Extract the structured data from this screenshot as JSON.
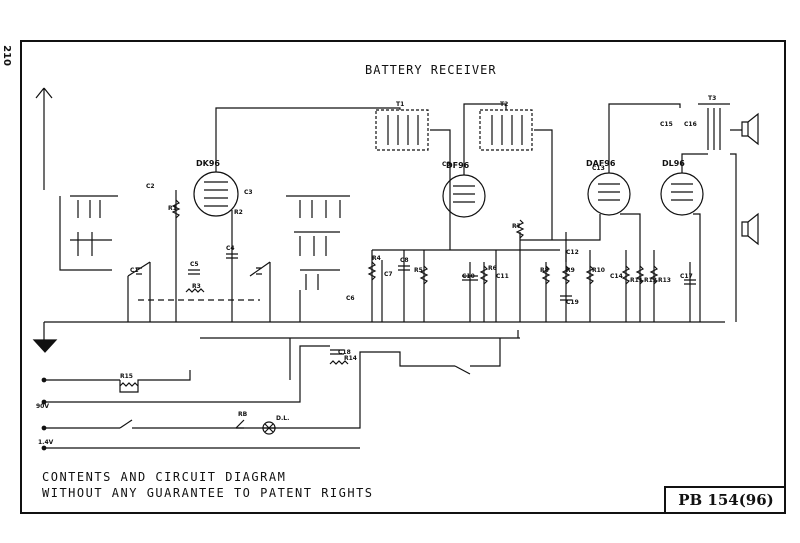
{
  "page_number": "210",
  "title": "BATTERY RECEIVER",
  "footnote": {
    "line1": "CONTENTS AND CIRCUIT DIAGRAM",
    "line2": "WITHOUT ANY GUARANTEE TO PATENT RIGHTS"
  },
  "plate": "PB 154(96)",
  "tubes": [
    "DK96",
    "DF96",
    "DAF96",
    "DL96"
  ],
  "transformers": [
    "T1",
    "T2",
    "T3"
  ],
  "supply_labels": {
    "ht": "90V",
    "lt": "1.4V",
    "switch": "RB",
    "lamp": "D.L."
  },
  "component_labels": [
    "C1",
    "C2",
    "C3",
    "C4",
    "C5",
    "C6",
    "C7",
    "C8",
    "C9",
    "C10",
    "C11",
    "C12",
    "C13",
    "C14",
    "C15",
    "C16",
    "C17",
    "C18",
    "C19",
    "R1",
    "R2",
    "R3",
    "R4",
    "R5",
    "R6",
    "R7",
    "R8",
    "R9",
    "R10",
    "R11",
    "R12",
    "R13",
    "R14",
    "R15"
  ]
}
